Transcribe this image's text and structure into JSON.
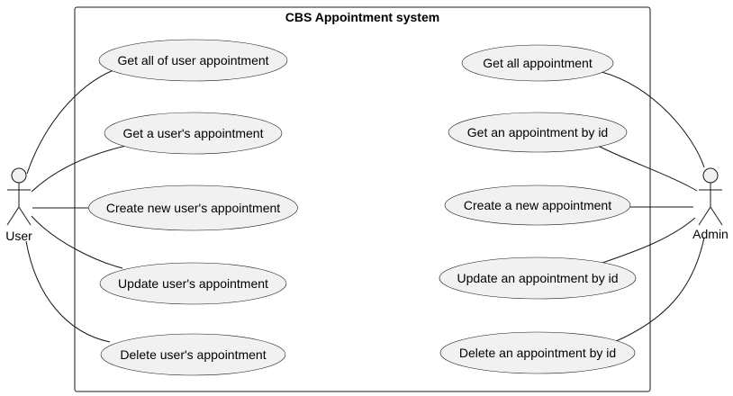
{
  "system": {
    "title": "CBS Appointment system"
  },
  "actors": {
    "user": {
      "label": "User"
    },
    "admin": {
      "label": "Admin"
    }
  },
  "use_cases": {
    "user": [
      "Get all of user appointment",
      "Get a user's appointment",
      "Create new user's appointment",
      "Update user's appointment",
      "Delete user's appointment"
    ],
    "admin": [
      "Get all appointment",
      "Get an appointment by id",
      "Create a new appointment",
      "Update an appointment by id",
      "Delete an appointment by id"
    ]
  },
  "colors": {
    "ellipse_fill": "#f1f1f1",
    "stroke": "#181818",
    "background": "#ffffff"
  }
}
